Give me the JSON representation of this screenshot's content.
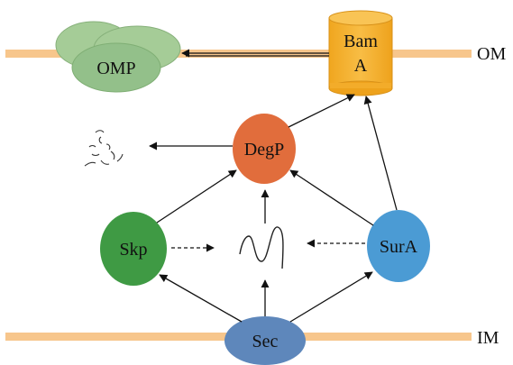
{
  "membranes": {
    "outer": {
      "label": "OM",
      "color": "#f7c68c"
    },
    "inner": {
      "label": "IM",
      "color": "#f7c68c"
    }
  },
  "nodes": {
    "omp": {
      "label": "OMP",
      "color": "#93c08a"
    },
    "bam": {
      "label_line1": "Bam",
      "label_line2": "A",
      "color": "#f5b331"
    },
    "degp": {
      "label": "DegP",
      "color": "#e16d3c"
    },
    "skp": {
      "label": "Skp",
      "color": "#3f9a44"
    },
    "sura": {
      "label": "SurA",
      "color": "#4b9bd4"
    },
    "sec": {
      "label": "Sec",
      "color": "#5e87bb"
    }
  },
  "icons": {
    "unfolded_protein": "squiggle-icon",
    "degraded_fragments": "fragments-icon"
  }
}
